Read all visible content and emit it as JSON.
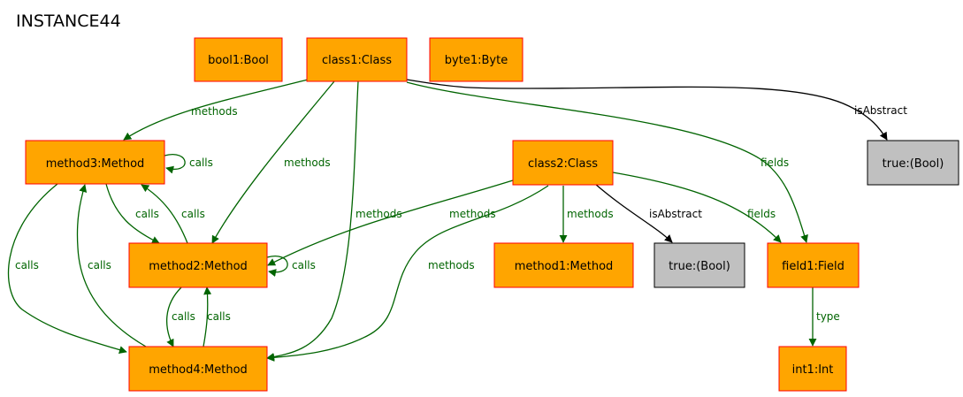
{
  "title": "INSTANCE44",
  "colors": {
    "object_fill": "#ffa500",
    "object_stroke": "#ff0000",
    "value_fill": "#c0c0c0",
    "value_stroke": "#000000",
    "green_edge": "#006400",
    "black_edge": "#000000"
  },
  "nodes": {
    "bool1": "bool1:Bool",
    "class1": "class1:Class",
    "byte1": "byte1:Byte",
    "true1": "true:(Bool)",
    "method3": "method3:Method",
    "class2": "class2:Class",
    "method2": "method2:Method",
    "method1": "method1:Method",
    "true2": "true:(Bool)",
    "field1": "field1:Field",
    "method4": "method4:Method",
    "int1": "int1:Int"
  },
  "edges": {
    "c1_isabstract": "isAbstract",
    "c1_methods_m3": "methods",
    "c1_methods_m2": "methods",
    "c1_methods_m4": "methods",
    "c1_fields": "fields",
    "c2_methods_m2": "methods",
    "c2_methods_m4": "methods",
    "c2_methods_m1": "methods",
    "c2_isabstract": "isAbstract",
    "c2_fields": "fields",
    "m3_self": "calls",
    "m3_m2": "calls",
    "m2_m3": "calls",
    "m3_m4": "calls",
    "m4_m3": "calls",
    "m2_self": "calls",
    "m2_m4": "calls",
    "m4_m2": "calls",
    "f1_type": "type"
  }
}
